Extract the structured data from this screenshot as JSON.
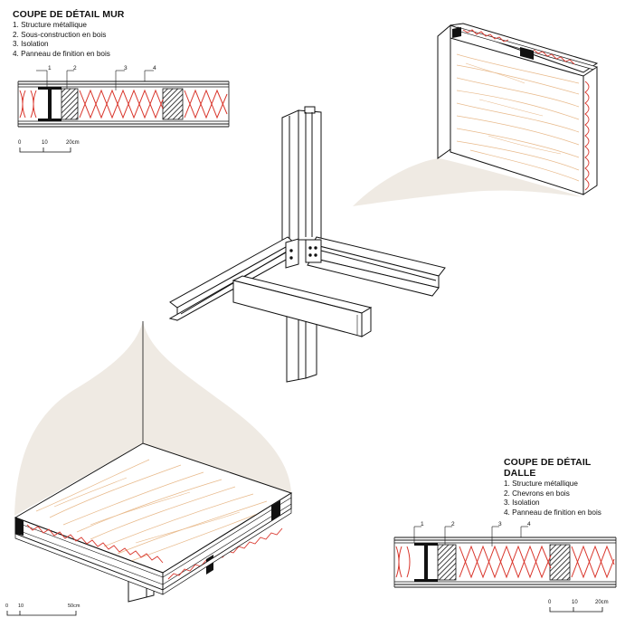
{
  "wall_section": {
    "title": "COUPE DE DÉTAIL MUR",
    "items": [
      "1.  Structure métallique",
      "2. Sous-construction en bois",
      "3. Isolation",
      "4. Panneau de finition en bois"
    ],
    "callouts": [
      "1",
      "2",
      "3",
      "4"
    ],
    "scale": [
      "0",
      "10",
      "20cm"
    ]
  },
  "slab_section": {
    "title": "COUPE DE DÉTAIL DALLE",
    "items": [
      "1.  Structure métallique",
      "2. Chevrons en bois",
      "3. Isolation",
      "4. Panneau de finition en bois"
    ],
    "callouts": [
      "1",
      "2",
      "3",
      "4"
    ],
    "scale": [
      "0",
      "10",
      "20cm"
    ]
  },
  "slab_scale": [
    "0",
    "10",
    "50cm"
  ],
  "colors": {
    "insulation": "#d9352b",
    "wood_grain": "#e8b98a",
    "shadow": "#efeae3",
    "line": "#111111"
  }
}
